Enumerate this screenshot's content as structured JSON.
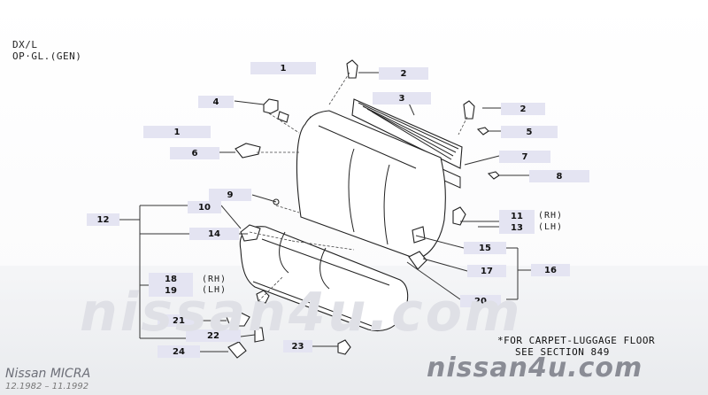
{
  "header": {
    "line1": "DX/L",
    "line2": "OP·GL.(GEN)"
  },
  "callouts": [
    "1",
    "2",
    "3",
    "2",
    "4",
    "5",
    "1",
    "6",
    "7",
    "8",
    "9",
    "10",
    "11",
    "12",
    "13",
    "14",
    "15",
    "16",
    "17",
    "18",
    "19",
    "20",
    "21",
    "22",
    "23",
    "24"
  ],
  "side_labels": [
    "(RH)",
    "(LH)",
    "(RH)",
    "(LH)"
  ],
  "note": {
    "line1": "*FOR CARPET-LUGGAGE FLOOR",
    "line2": "SEE SECTION 849"
  },
  "footer": {
    "brand": "Nissan MICRA",
    "dates": "12.1982 – 11.1992"
  },
  "watermark": "nissan4u.com",
  "colors": {
    "callout_bg": "#e4e4f2",
    "line": "#333333",
    "watermark": "#7e8089"
  }
}
